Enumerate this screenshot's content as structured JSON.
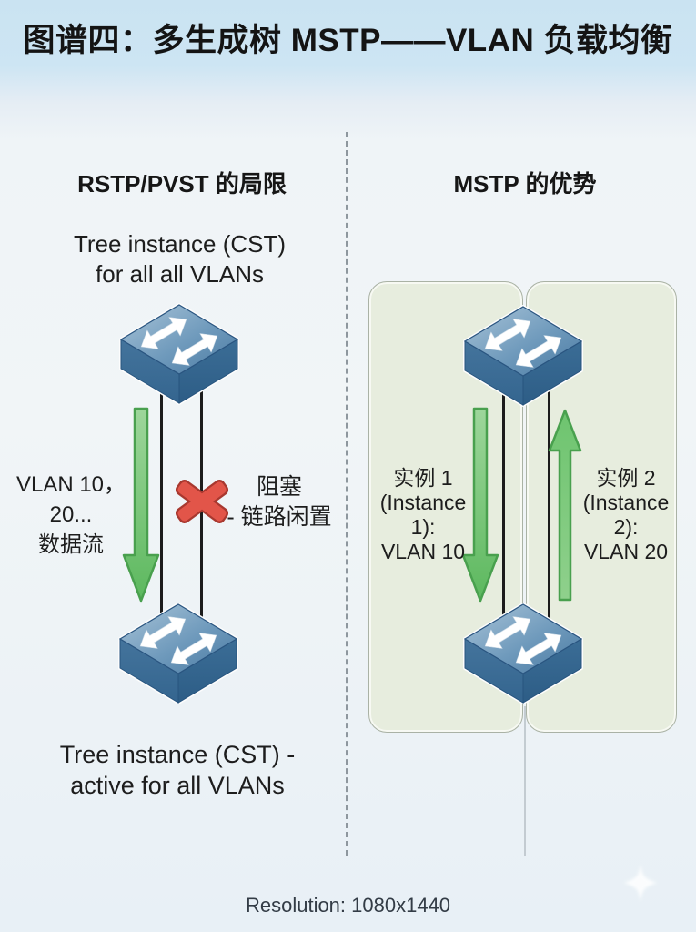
{
  "title": "图谱四：多生成树 MSTP——VLAN 负载均衡",
  "left_section": {
    "header": "RSTP/PVST 的局限",
    "top_caption": [
      "Tree instance (CST)",
      "for all all VLANs"
    ],
    "flow_label": [
      "VLAN 10，20...",
      "数据流"
    ],
    "block_label": [
      "阻塞",
      "- 链路闲置"
    ],
    "bottom_caption": [
      "Tree instance (CST) -",
      "active for all VLANs"
    ]
  },
  "right_section": {
    "header": "MSTP 的优势",
    "instance1": [
      "实例 1",
      "(Instance 1):",
      "VLAN 10"
    ],
    "instance2": [
      "实例 2",
      "(Instance 2):",
      "VLAN 20"
    ]
  },
  "footer": {
    "resolution": "Resolution: 1080x1440"
  },
  "icons": {
    "switch": "network-switch-3d",
    "flow_down": "green-arrow-down",
    "flow_up": "green-arrow-up",
    "blocked": "red-x-mark",
    "sparkle": "sparkle-star"
  },
  "colors": {
    "background_top": "#cde5f3",
    "background_main": "#f0f4f7",
    "switch_top_light": "#9dbbd2",
    "switch_top_dark": "#4a7aa2",
    "switch_side": "#35658f",
    "panel_green": "#e7edde",
    "arrow_green_light": "#9ed69b",
    "arrow_green_dark": "#55b159",
    "arrow_green_border": "#49a04e",
    "blocked_red": "#e25549",
    "blocked_red_border": "#a8382f",
    "line_black": "#1c1c1c",
    "divider_gray": "#8e979e",
    "text_black": "#1a1a1a"
  }
}
